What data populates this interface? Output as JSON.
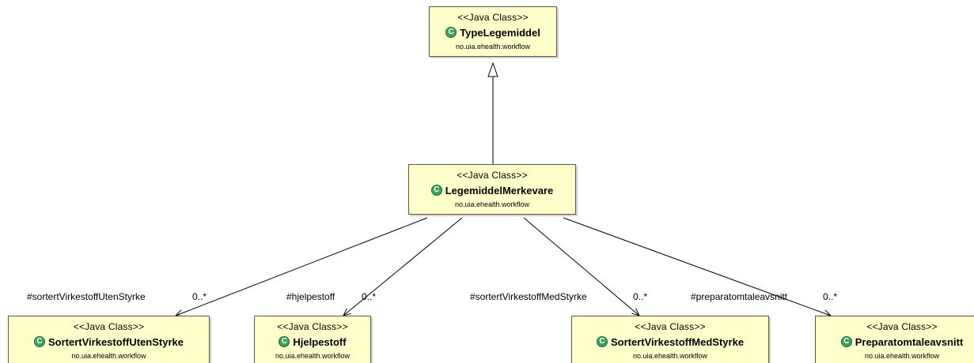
{
  "classes": [
    {
      "id": "type",
      "stereotype": "<<Java Class>>",
      "icon": "class-icon",
      "icon_glyph": "C",
      "name": "TypeLegemiddel",
      "package": "no.uia.ehealth.workflow"
    },
    {
      "id": "merke",
      "stereotype": "<<Java Class>>",
      "icon": "class-icon",
      "icon_glyph": "C",
      "name": "LegemiddelMerkevare",
      "package": "no.uia.ehealth.workflow"
    },
    {
      "id": "uten",
      "stereotype": "<<Java Class>>",
      "icon": "class-icon",
      "icon_glyph": "C",
      "name": "SortertVirkestoffUtenStyrke",
      "package": "no.uia.ehealth.workflow"
    },
    {
      "id": "hjelp",
      "stereotype": "<<Java Class>>",
      "icon": "class-icon",
      "icon_glyph": "C",
      "name": "Hjelpestoff",
      "package": "no.uia.ehealth.workflow"
    },
    {
      "id": "med",
      "stereotype": "<<Java Class>>",
      "icon": "class-icon",
      "icon_glyph": "C",
      "name": "SortertVirkestoffMedStyrke",
      "package": "no.uia.ehealth.workflow"
    },
    {
      "id": "prep",
      "stereotype": "<<Java Class>>",
      "icon": "class-icon",
      "icon_glyph": "C",
      "name": "Preparatomtaleavsnitt",
      "package": "no.uia.ehealth.workflow"
    }
  ],
  "relations": [
    {
      "type": "generalization",
      "from": "merke",
      "to": "type"
    },
    {
      "type": "association",
      "from": "merke",
      "to": "uten",
      "role": "#sortertVirkestoffUtenStyrke",
      "multiplicity": "0..*"
    },
    {
      "type": "association",
      "from": "merke",
      "to": "hjelp",
      "role": "#hjelpestoff",
      "multiplicity": "0..*"
    },
    {
      "type": "association",
      "from": "merke",
      "to": "med",
      "role": "#sortertVirkestoffMedStyrke",
      "multiplicity": "0..*"
    },
    {
      "type": "association",
      "from": "merke",
      "to": "prep",
      "role": "#preparatomtaleavsnitt",
      "multiplicity": "0..*"
    }
  ],
  "colors": {
    "box_fill": "#ffffcc",
    "box_border": "#5a5a3c",
    "class_icon": "#3aa35a",
    "line": "#000000"
  }
}
